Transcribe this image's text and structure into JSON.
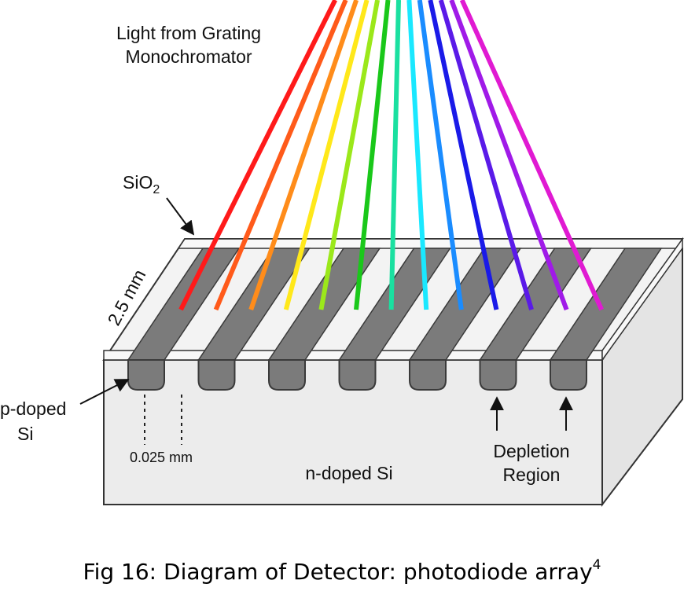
{
  "labels": {
    "light_line1": "Light from Grating",
    "light_line2": "Monochromator",
    "sio2_base": "SiO",
    "sio2_sub": "2",
    "width": "2.5 mm",
    "pdoped_line1": "p-doped",
    "pdoped_line2": "Si",
    "spacing": "0.025 mm",
    "ndoped": "n-doped Si",
    "depletion_line1": "Depletion",
    "depletion_line2": "Region"
  },
  "caption": {
    "text": "Fig 16:  Diagram of Detector: photodiode array",
    "superscript": "4"
  },
  "beams": [
    {
      "color": "#ff1a1a"
    },
    {
      "color": "#ff5a1a"
    },
    {
      "color": "#ff8c1a"
    },
    {
      "color": "#ffe81a"
    },
    {
      "color": "#9be81a"
    },
    {
      "color": "#1ac81a"
    },
    {
      "color": "#1ae0a0"
    },
    {
      "color": "#1ae8ff"
    },
    {
      "color": "#1a8cff"
    },
    {
      "color": "#1a1ae8"
    },
    {
      "color": "#5a1ae8"
    },
    {
      "color": "#a01ae8"
    },
    {
      "color": "#e01ad2"
    }
  ],
  "diode_count": 7
}
